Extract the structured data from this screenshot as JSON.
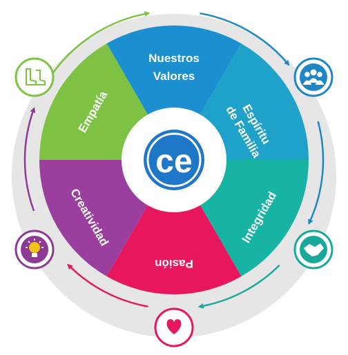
{
  "title_lines": [
    "Nuestros",
    "Valores"
  ],
  "logo_text": "ce",
  "values": [
    {
      "id": "espiritu",
      "lines": [
        "Espíritu",
        "de Familia"
      ],
      "color": "#1fa2c9",
      "icon": "people-group-icon",
      "icon_color": "#1f86c6"
    },
    {
      "id": "integridad",
      "lines": [
        "Integridad"
      ],
      "color": "#17b3a3",
      "icon": "handshake-icon",
      "icon_color": "#18a99a"
    },
    {
      "id": "pasion",
      "lines": [
        "Pasión"
      ],
      "color": "#e8175d",
      "icon": "heart-icon",
      "icon_color": "#e8175d"
    },
    {
      "id": "creatividad",
      "lines": [
        "Creatividad"
      ],
      "color": "#9a3f9e",
      "icon": "lightbulb-icon",
      "icon_color": "#8e3a94"
    },
    {
      "id": "empatia",
      "lines": [
        "Empatía"
      ],
      "color": "#7dc242",
      "icon": "boots-icon",
      "icon_color": "#7dc242"
    }
  ],
  "top_segment_color": "#1b8fcf",
  "ring_color": "#e6e6e6"
}
